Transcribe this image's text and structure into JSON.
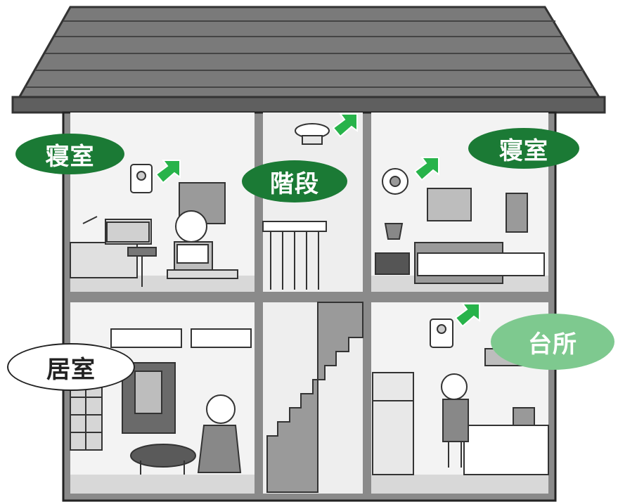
{
  "rooms": {
    "bedroom_left": {
      "label": "寝室",
      "style": "dark"
    },
    "stairs": {
      "label": "階段",
      "style": "dark"
    },
    "bedroom_right": {
      "label": "寝室",
      "style": "dark"
    },
    "living": {
      "label": "居室",
      "style": "white"
    },
    "kitchen": {
      "label": "台所",
      "style": "light"
    }
  },
  "colors": {
    "label_dark": "#1b7a35",
    "label_light": "#7ec98f",
    "arrow": "#27b34a",
    "roof": "#6f6f6f",
    "wall": "#8a8a8a",
    "floor": "#e6e6e6"
  },
  "icons": [
    "smoke-alarm-icon",
    "arrow-icon",
    "person-icon",
    "bed-icon",
    "stairs-icon",
    "altar-icon",
    "table-icon",
    "fridge-icon"
  ]
}
